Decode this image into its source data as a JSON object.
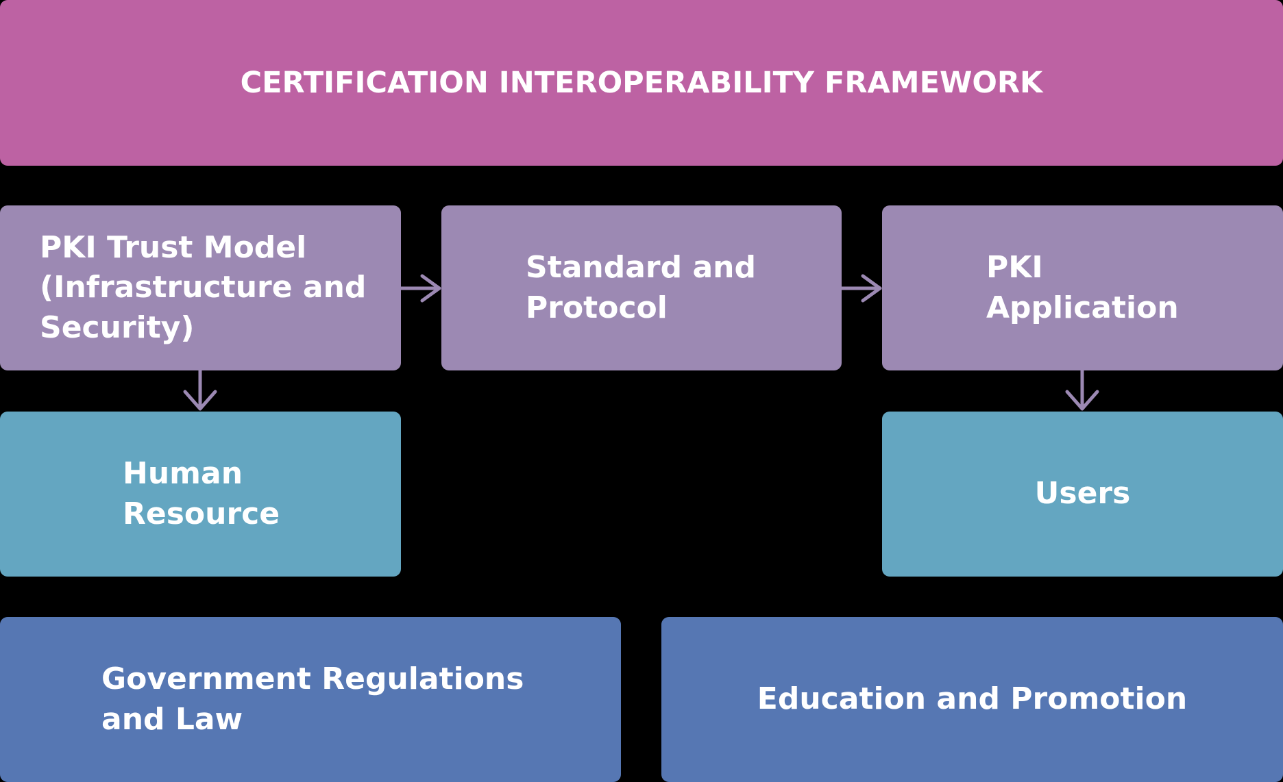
{
  "colors": {
    "background": "#000000",
    "framework": "#bd62a3",
    "middle_row": "#9c89b3",
    "people_row": "#64a6c1",
    "bottom_row": "#5677b3",
    "arrow": "#9c89b3",
    "text": "#ffffff"
  },
  "framework": {
    "label": "CERTIFICATION INTEROPERABILITY FRAMEWORK"
  },
  "row_middle": {
    "trust_model": {
      "lines": [
        "PKI Trust Model",
        "(Infrastructure and",
        "Security)"
      ]
    },
    "standard": {
      "lines": [
        "Standard and",
        "Protocol"
      ]
    },
    "application": {
      "lines": [
        "PKI",
        "Application"
      ]
    }
  },
  "row_people": {
    "human_resource": {
      "lines": [
        "Human",
        "Resource"
      ]
    },
    "users": {
      "lines": [
        "Users"
      ]
    }
  },
  "row_bottom": {
    "government": {
      "lines": [
        "Government Regulations",
        "and Law"
      ]
    },
    "education": {
      "lines": [
        "Education and Promotion"
      ]
    }
  },
  "connections": [
    {
      "from": "PKI Trust Model",
      "to": "Standard and Protocol"
    },
    {
      "from": "Standard and Protocol",
      "to": "PKI Application"
    },
    {
      "from": "PKI Trust Model",
      "to": "Human Resource"
    },
    {
      "from": "PKI Application",
      "to": "Users"
    }
  ]
}
